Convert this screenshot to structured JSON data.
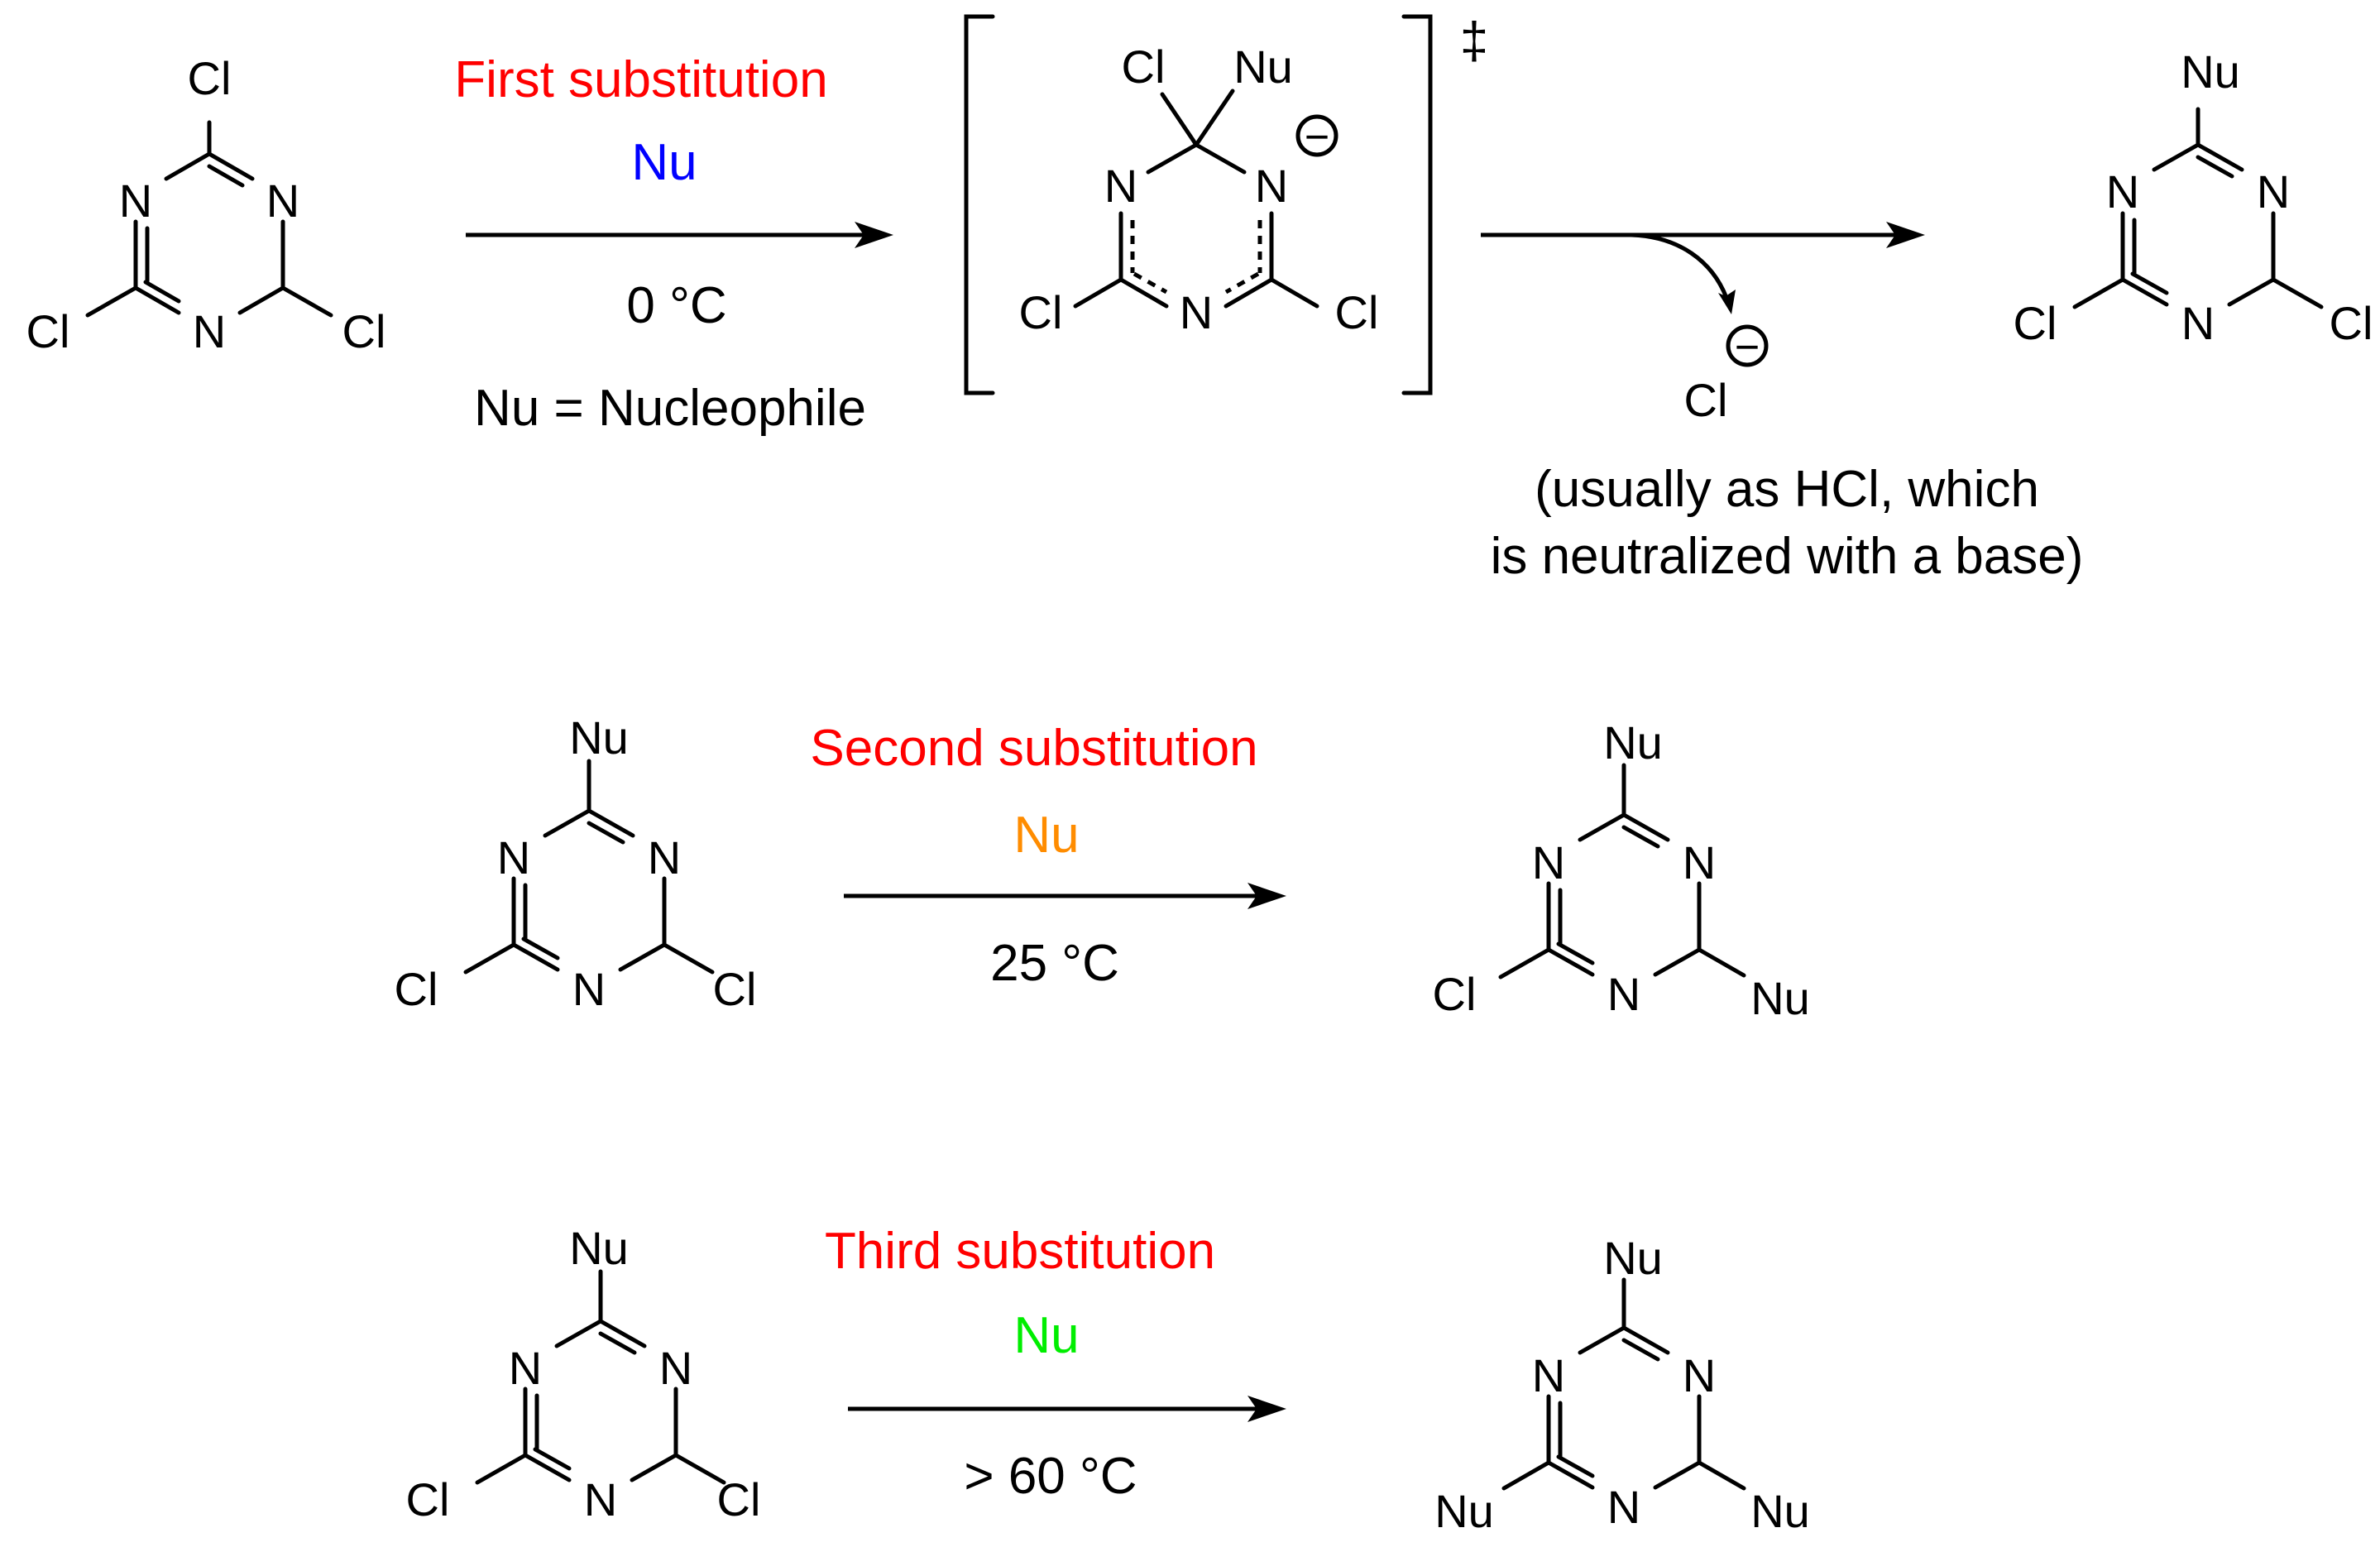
{
  "colors": {
    "text": "#000000",
    "heading": "#ff0000",
    "nu_first": "#0000ff",
    "nu_second": "#ff8c00",
    "nu_third": "#00ee00"
  },
  "atoms": {
    "cl": "Cl",
    "n": "N",
    "nu": "Nu"
  },
  "step1": {
    "heading": "First substitution",
    "reagent": "Nu",
    "condition": "0 °C",
    "definition": "Nu = Nucleophile",
    "transition_state_symbol": "‡",
    "charge": "−",
    "leaving_group": "Cl",
    "leaving_note_line1": "(usually as HCl, which",
    "leaving_note_line2": "is neutralized with a base)"
  },
  "step2": {
    "heading": "Second substitution",
    "reagent": "Nu",
    "condition": "25 °C"
  },
  "step3": {
    "heading": "Third substitution",
    "reagent": "Nu",
    "condition": "> 60 °C"
  }
}
